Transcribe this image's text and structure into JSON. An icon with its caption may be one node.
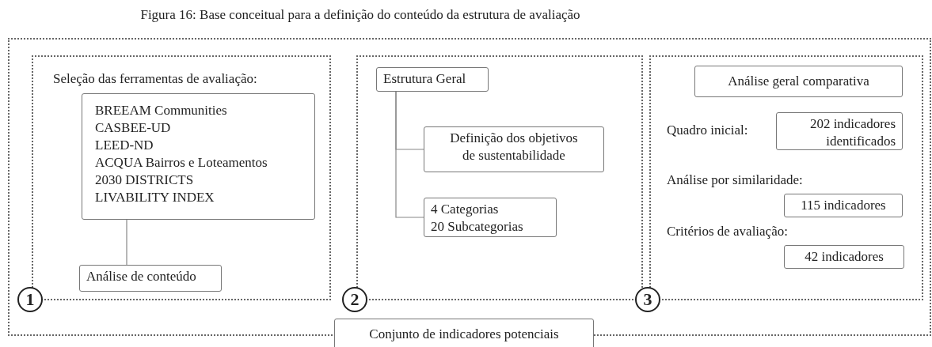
{
  "diagram": {
    "title": "Figura 16: Base conceitual para a definição do conteúdo da estrutura de avaliação",
    "nodes": [
      {
        "text": [],
        "shape": "box"
      },
      {
        "text": [
          "Seleção das ferramentas de avaliação:"
        ],
        "in": 0
      },
      {
        "text": [
          "BREEAM Communities",
          "CASBEE-UD",
          "LEED-ND",
          "ACQUA Bairros e Loteamentos",
          "2030 DISTRICTS",
          "LIVABILITY INDEX"
        ],
        "in": 1
      },
      {
        "text": [
          "Análise de conteúdo"
        ],
        "in": 1
      },
      {
        "text": [
          "1"
        ],
        "in": 0
      },
      {
        "text": [],
        "shape": "box",
        "in": 0
      },
      {
        "text": [
          "Estrutura Geral"
        ],
        "in": 5
      },
      {
        "text": [
          "Definição dos objetivos de sustentabilidade"
        ],
        "in": 5
      },
      {
        "text": [
          "4 Categorias",
          "20 Subcategorias"
        ],
        "in": 5
      },
      {
        "text": [
          "2"
        ],
        "in": 0
      },
      {
        "text": [],
        "shape": "box",
        "in": 0
      },
      {
        "text": [
          "Análise geral comparativa"
        ],
        "in": 10
      },
      {
        "text": [
          "202 indicadores identificados"
        ],
        "in": 10,
        "beside": [
          "Quadro inicial:"
        ]
      },
      {
        "text": [
          "115 indicadores"
        ],
        "in": 10,
        "beside": [
          "Análise por similaridade:"
        ]
      },
      {
        "text": [
          "42 indicadores"
        ],
        "in": 10,
        "beside": [
          "Critérios de avaliação:"
        ]
      },
      {
        "text": [
          "3"
        ],
        "in": 0
      },
      {
        "text": [
          "Conjunto de indicadores potenciais"
        ]
      }
    ],
    "edges": [
      {
        "from": 2,
        "to": 3,
        "arrow": "none"
      },
      {
        "from": 6,
        "to": 7,
        "arrow": "none"
      },
      {
        "from": 6,
        "to": 8,
        "arrow": "none"
      }
    ]
  }
}
